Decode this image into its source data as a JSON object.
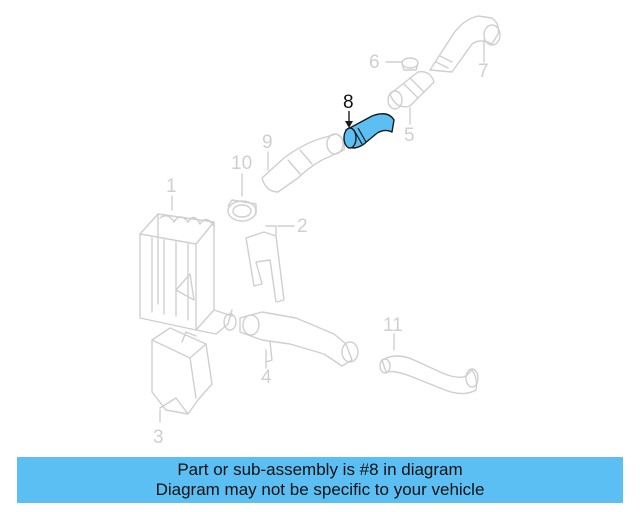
{
  "callouts": {
    "c1": "1",
    "c2": "2",
    "c3": "3",
    "c4": "4",
    "c5": "5",
    "c6": "6",
    "c7": "7",
    "c8": "8",
    "c9": "9",
    "c10": "10",
    "c11": "11"
  },
  "highlighted_part": "8",
  "colors": {
    "highlight": "#5bbff3",
    "outline": "#cfcfcf",
    "banner": "#5bbff3"
  },
  "banner": {
    "line1": "Part or sub-assembly is #8 in diagram",
    "line2": "Diagram may not be specific to your vehicle"
  }
}
